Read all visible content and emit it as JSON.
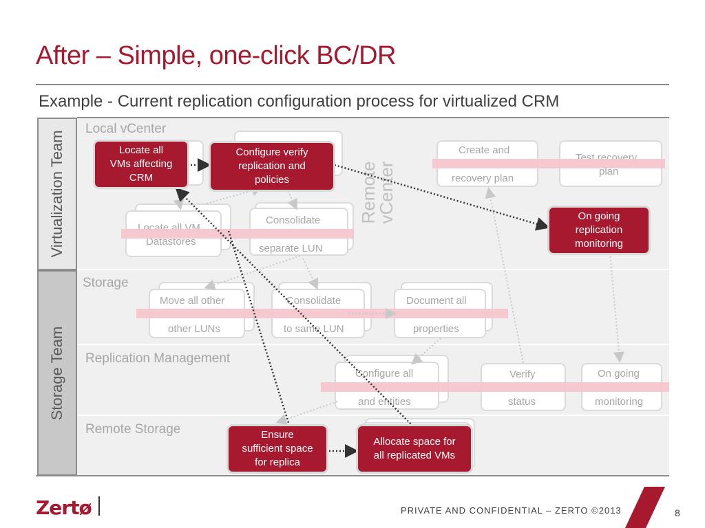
{
  "slide": {
    "title": "After – Simple, one-click BC/DR",
    "subtitle": "Example - Current replication configuration process for virtualized CRM",
    "page_number": "8",
    "footer": "PRIVATE AND  CONFIDENTIAL –  ZERTO ©2013",
    "logo": "Zertø"
  },
  "teams": {
    "virtualization": "Virtualization Team",
    "storage": "Storage Team"
  },
  "lanes": {
    "local_vcenter": "Local vCenter",
    "remote_vcenter": "Remote vCenter",
    "storage": "Storage",
    "replication_mgmt": "Replication Management",
    "remote_storage": "Remote Storage"
  },
  "ghost_steps": {
    "locate_all": "ll",
    "locate_datastores_1": "Locate all VM",
    "locate_datastores_2": "Datastores",
    "consolidate_1": "Consolidate",
    "consolidate_2": "separate LUN",
    "create_recovery_1": "Create and",
    "create_recovery_2": "recovery plan",
    "test_recovery_1": "Test recovery",
    "test_recovery_2": "plan",
    "move_other_1": "Move all  other",
    "move_other_2": "other LUNs",
    "consolidate_lun_1": "Consolidate",
    "consolidate_lun_2": "to same LUN",
    "document_1": "Document all",
    "document_2": "properties",
    "configure_all_1": "Configure all",
    "configure_all_2": "and entities",
    "verify_1": "Verify",
    "verify_2": "status",
    "ongoing_1": "On going",
    "ongoing_2": "monitoring"
  },
  "highlight_steps": {
    "locate_vms": "Locate all\nVMs affecting\nCRM",
    "configure_verify": "Configure verify\nreplication and\npolicies",
    "ongoing_replication": "On going\nreplication\nmonitoring",
    "ensure_space": "Ensure\nsufficient space\nfor replica",
    "allocate_space": "Allocate space for\nall replicated VMs"
  },
  "colors": {
    "accent": "#a6192e",
    "strike": "#f4c6cc",
    "lane": "#f0f0f0"
  }
}
